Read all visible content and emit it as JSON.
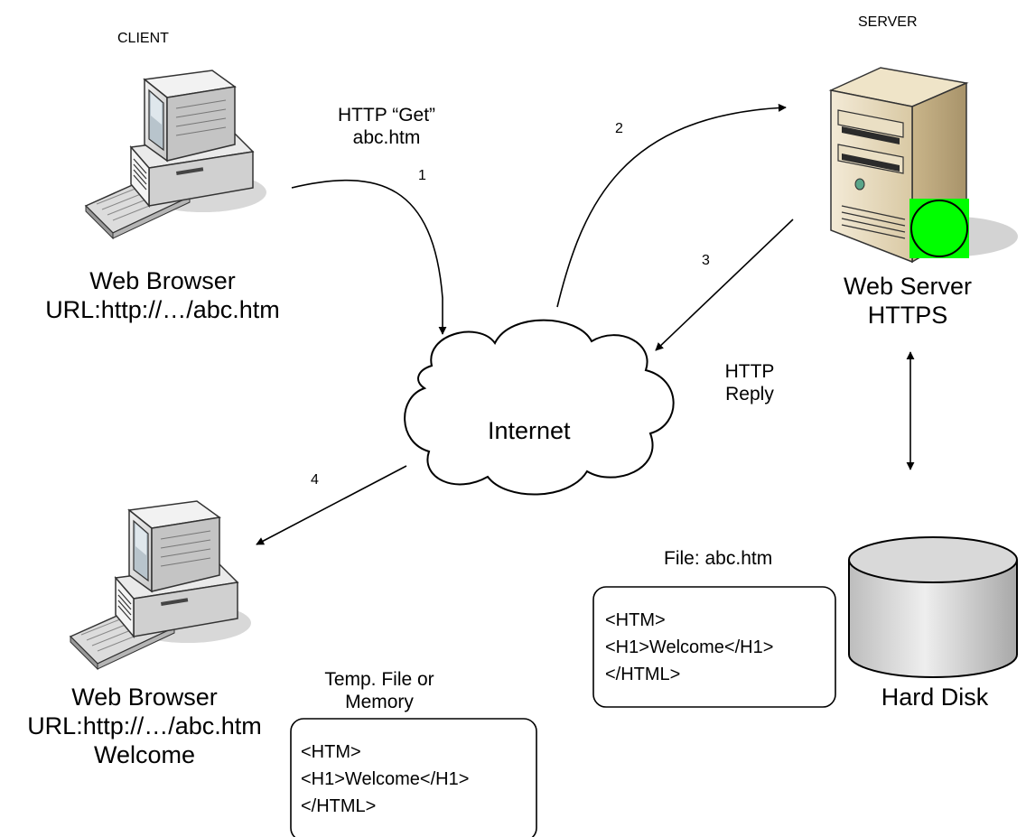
{
  "labels": {
    "client": "CLIENT",
    "server": "SERVER",
    "http_get_line1": "HTTP “Get”",
    "http_get_line2": "abc.htm",
    "step1": "1",
    "step2": "2",
    "step3": "3",
    "step4": "4",
    "http_reply_line1": "HTTP",
    "http_reply_line2": "Reply",
    "internet": "Internet",
    "file_caption": "File: abc.htm",
    "temp_caption_line1": "Temp. File or",
    "temp_caption_line2": "Memory",
    "hard_disk": "Hard Disk"
  },
  "client_top": {
    "line1": "Web Browser",
    "line2": "URL:http://…/abc.htm"
  },
  "client_bottom": {
    "line1": "Web Browser",
    "line2": "URL:http://…/abc.htm",
    "line3": "Welcome"
  },
  "server": {
    "line1": "Web Server",
    "line2": "HTTPS"
  },
  "server_file": [
    "<HTM>",
    "<H1>Welcome</H1>",
    "</HTML>"
  ],
  "temp_file": [
    "<HTM>",
    "<H1>Welcome</H1>",
    "</HTML>"
  ],
  "colors": {
    "status_indicator": "#00ff00",
    "server_body": "#e8dcc0",
    "monitor_body": "#e6e6e6",
    "screen": "#b8c4cc",
    "disk": "#d9d9d9",
    "shadow": "#d0d0d0"
  },
  "icons": [
    "computer-icon",
    "server-icon",
    "cloud-icon",
    "hard-disk-icon"
  ]
}
